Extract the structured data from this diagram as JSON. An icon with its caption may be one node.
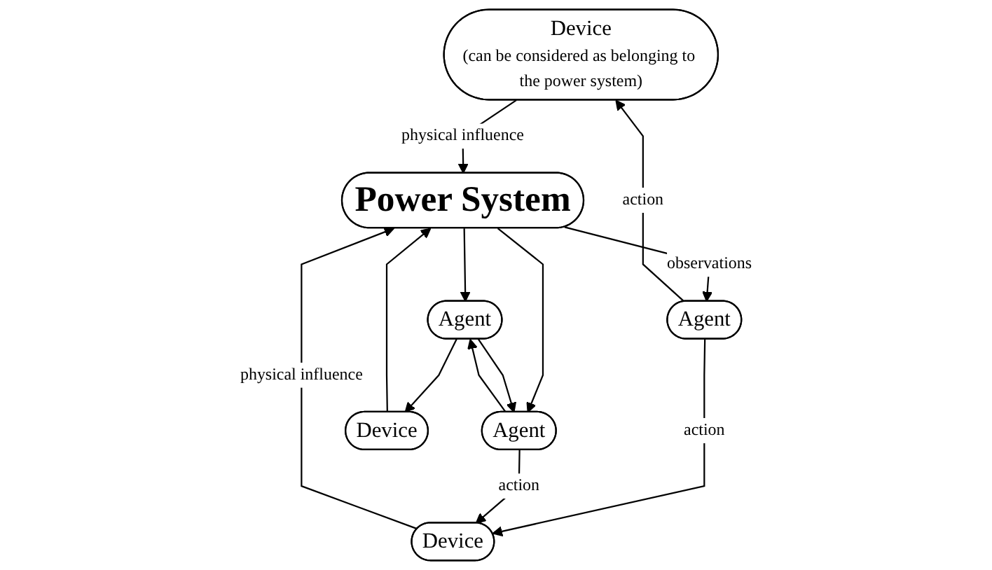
{
  "diagram": {
    "nodes": [
      {
        "text": [
          "Device",
          "(can be considered as belonging to the power system)"
        ]
      },
      {
        "text": [
          "Device"
        ]
      },
      {
        "text": [
          "Agent"
        ]
      },
      {
        "text": [
          "Power System"
        ]
      },
      {
        "text": [
          "Agent"
        ]
      },
      {
        "text": [
          "Agent"
        ]
      },
      {
        "text": [
          "Device"
        ]
      }
    ],
    "edges": [
      {
        "from": 2,
        "to": 0,
        "arrow": "to",
        "label": "action"
      },
      {
        "from": 0,
        "to": 3,
        "arrow": "to",
        "label": "physical influence"
      },
      {
        "from": 1,
        "to": 3,
        "arrow": "to"
      },
      {
        "from": 4,
        "to": 1,
        "arrow": "to"
      },
      {
        "from": 3,
        "to": 2,
        "arrow": "to",
        "label": "observations"
      },
      {
        "from": 3,
        "to": 4,
        "arrow": "to"
      },
      {
        "from": 2,
        "to": 6,
        "arrow": "to",
        "label": "action"
      },
      {
        "from": 3,
        "to": 5,
        "arrow": "to"
      },
      {
        "from": 5,
        "to": 4,
        "arrow": "to"
      },
      {
        "from": 4,
        "to": 5,
        "arrow": "to"
      },
      {
        "from": 5,
        "to": 6,
        "arrow": "to",
        "label": "action"
      },
      {
        "from": 6,
        "to": 3,
        "arrow": "to",
        "label": "physical influence"
      }
    ]
  }
}
